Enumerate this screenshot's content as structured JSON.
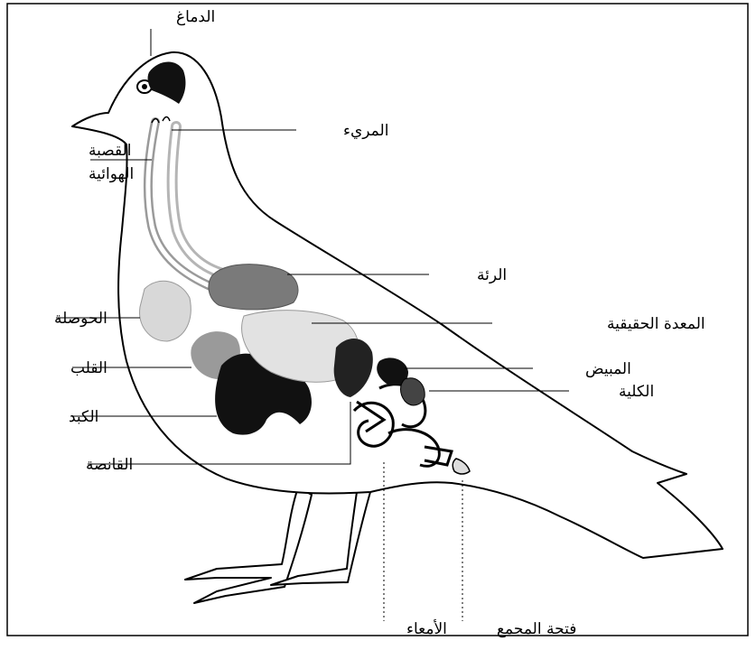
{
  "labels": {
    "brain": "الدماغ",
    "esophagus": "المريء",
    "trachea_line1": "القصبة",
    "trachea_line2": "الهوائية",
    "lung": "الرئة",
    "crop": "الحوصلة",
    "proventriculus": "المعدة الحقيقية",
    "heart": "القلب",
    "ovary": "المبيض",
    "kidney": "الكلية",
    "liver": "الكبد",
    "gizzard": "القانصة",
    "intestines": "الأمعاء",
    "cloaca": "فتحة المجمع"
  },
  "colors": {
    "line": "#000000",
    "organ_dark": "#111111",
    "organ_gray": "#7a7a7a",
    "organ_light": "#c9c9c9",
    "background": "#ffffff"
  }
}
